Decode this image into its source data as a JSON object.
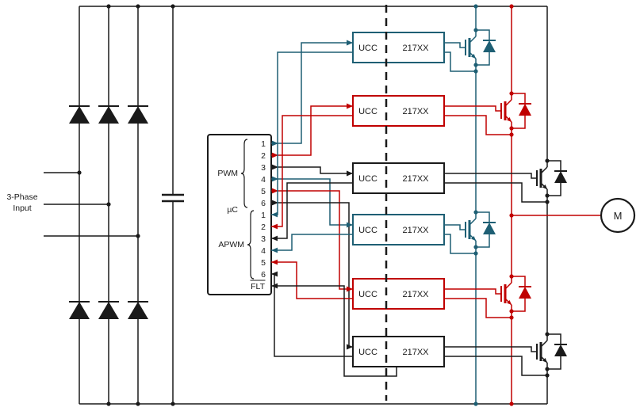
{
  "palette": {
    "teal": "#1e5f74",
    "red": "#c00000",
    "black": "#1a1a1a",
    "background": "#ffffff"
  },
  "ac_input": {
    "line1": "3-Phase",
    "line2": "Input"
  },
  "mcu": {
    "pwm_label": "PWM",
    "chip_label": "µC",
    "apwm_label": "APWM",
    "fault_label": "FLT",
    "pwm_pins": [
      "1",
      "2",
      "3",
      "4",
      "5",
      "6"
    ],
    "apwm_pins": [
      "1",
      "2",
      "3",
      "4",
      "5",
      "6"
    ]
  },
  "drivers": [
    {
      "name_left": "UCC",
      "name_right": "217XX",
      "color": "#1e5f74"
    },
    {
      "name_left": "UCC",
      "name_right": "217XX",
      "color": "#c00000"
    },
    {
      "name_left": "UCC",
      "name_right": "217XX",
      "color": "#1a1a1a"
    },
    {
      "name_left": "UCC",
      "name_right": "217XX",
      "color": "#1e5f74"
    },
    {
      "name_left": "UCC",
      "name_right": "217XX",
      "color": "#c00000"
    },
    {
      "name_left": "UCC",
      "name_right": "217XX",
      "color": "#1a1a1a"
    }
  ],
  "motor": {
    "label": "M"
  }
}
